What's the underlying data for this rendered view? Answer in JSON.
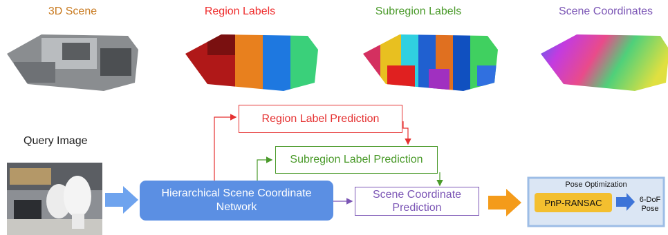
{
  "top_panels": [
    {
      "title": "3D Scene",
      "color": "#c8791e"
    },
    {
      "title": "Region Labels",
      "color": "#ee2b2b"
    },
    {
      "title": "Subregion Labels",
      "color": "#4a9a2a"
    },
    {
      "title": "Scene Coordinates",
      "color": "#7b55b5"
    }
  ],
  "query": {
    "label": "Query Image"
  },
  "boxes": {
    "region": {
      "label": "Region Label Prediction",
      "color": "#e53030"
    },
    "subregion": {
      "label": "Subregion Label Prediction",
      "color": "#4a9a2a"
    },
    "network": {
      "line1": "Hierarchical Scene Coordinate",
      "line2": "Network",
      "color": "#5b8fe3"
    },
    "scene_coord": {
      "line1": "Scene Coordinate",
      "line2": "Prediction",
      "color": "#7b55b5"
    }
  },
  "pose": {
    "title": "Pose Optimization",
    "ransac": "PnP-RANSAC",
    "output_line1": "6-DoF",
    "output_line2": "Pose"
  },
  "colors": {
    "arrow_blue": "#6ea3ee",
    "arrow_orange": "#f49b1a",
    "pose_bg": "#dbe6f4",
    "pose_border": "#9dbde6",
    "ransac_fill": "#f3bf2f",
    "network_fill": "#5b8fe3"
  }
}
